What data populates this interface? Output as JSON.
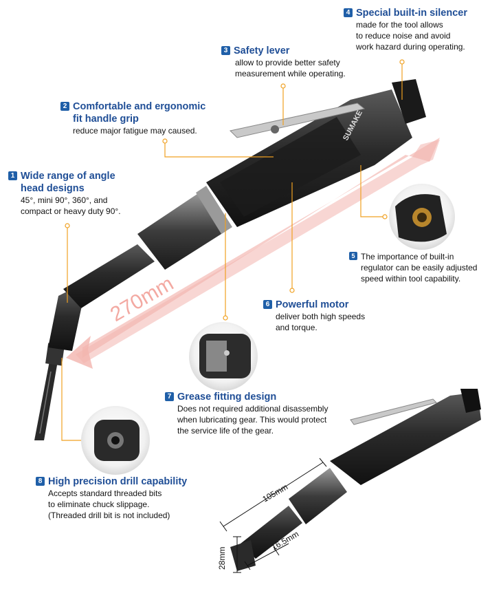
{
  "callouts": {
    "c1": {
      "num": "1",
      "title": "Wide range of angle\nhead designs",
      "desc": "45°, mini 90°, 360°, and\ncompact or heavy duty 90°."
    },
    "c2": {
      "num": "2",
      "title": "Comfortable and ergonomic\nfit handle grip",
      "desc": "reduce major fatigue may caused."
    },
    "c3": {
      "num": "3",
      "title": "Safety lever",
      "desc": "allow to provide better safety\nmeasurement while operating."
    },
    "c4": {
      "num": "4",
      "title": "Special built-in silencer",
      "desc": "made for the tool allows\nto reduce noise and avoid\nwork hazard during operating."
    },
    "c5": {
      "num": "5",
      "title": "",
      "desc": "The importance of built-in\nregulator can be easily adjusted\nspeed within tool capability."
    },
    "c6": {
      "num": "6",
      "title": "Powerful motor",
      "desc": "deliver both high speeds\nand torque."
    },
    "c7": {
      "num": "7",
      "title": "Grease fitting design",
      "desc": "Does not required additional disassembly\nwhen lubricating gear. This would protect\nthe service life of the gear."
    },
    "c8": {
      "num": "8",
      "title": "High precision drill capability",
      "desc": "Accepts standard threaded bits\nto eliminate chuck slippage.\n(Threaded drill bit is not included)"
    }
  },
  "dimensions": {
    "length": "270mm",
    "body": "105mm",
    "head_height": "28mm",
    "head_width": "16.5mm"
  },
  "brand_mark": "SUMAKE",
  "colors": {
    "accent": "#1f5fa8",
    "title": "#1f4e96",
    "leader": "#f0a020",
    "arrow": "#f3b4ae"
  }
}
